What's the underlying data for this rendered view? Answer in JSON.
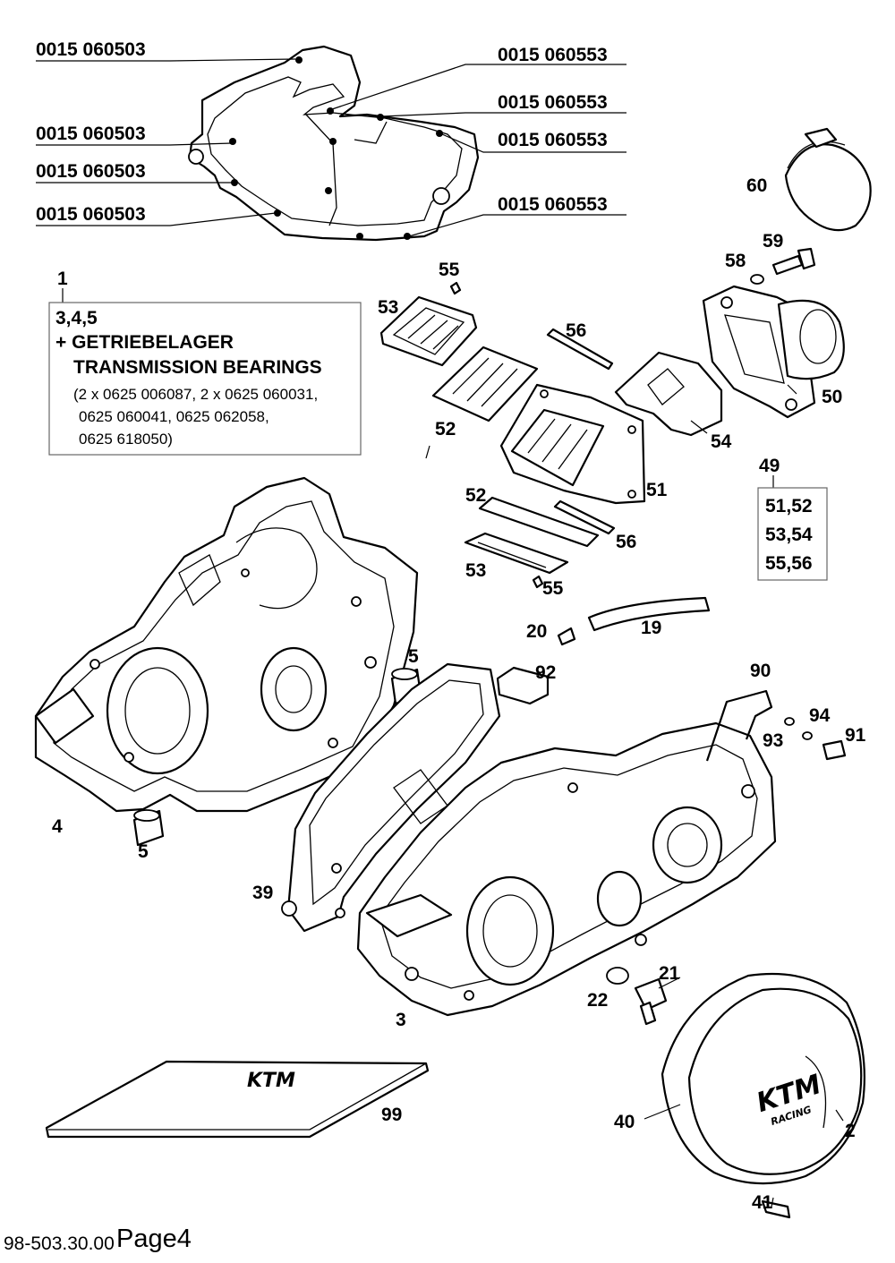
{
  "gasket_part_numbers": {
    "left": [
      "0015 060503",
      "0015 060503",
      "0015 060503",
      "0015 060503"
    ],
    "right": [
      "0015 060553",
      "0015 060553",
      "0015 060553",
      "0015 060553"
    ]
  },
  "kit_note": {
    "ref": "1",
    "line1": "3,4,5",
    "line2": "+ GETRIEBELAGER",
    "line3": "TRANSMISSION BEARINGS",
    "line4": "(2 x 0625 006087, 2 x 0625 060031,",
    "line5": "0625 060041, 0625 062058,",
    "line6": "0625 618050)"
  },
  "reed_kit": {
    "ref": "49",
    "line1": "51,52",
    "line2": "53,54",
    "line3": "55,56"
  },
  "callouts": {
    "c2": "2",
    "c3": "3",
    "c4": "4",
    "c5a": "5",
    "c5b": "5",
    "c19": "19",
    "c20": "20",
    "c21": "21",
    "c22": "22",
    "c39": "39",
    "c40": "40",
    "c41": "41",
    "c50": "50",
    "c51": "51",
    "c52a": "52",
    "c52b": "52",
    "c53a": "53",
    "c53b": "53",
    "c54": "54",
    "c55a": "55",
    "c55b": "55",
    "c56a": "56",
    "c56b": "56",
    "c58": "58",
    "c59": "59",
    "c60": "60",
    "c90": "90",
    "c91": "91",
    "c92": "92",
    "c93": "93",
    "c94": "94",
    "c99": "99"
  },
  "cover_branding": {
    "brand": "KTM",
    "sub": "RACING"
  },
  "manual_branding": {
    "brand": "KTM"
  },
  "footer": {
    "code": "98-503.30.00",
    "page": "Page4"
  },
  "icons": [
    "gasket-icon",
    "crankcase-icon",
    "reed-valve-icon",
    "clutch-cover-icon",
    "hose-clamp-icon",
    "bolt-icon",
    "manual-book-icon"
  ]
}
